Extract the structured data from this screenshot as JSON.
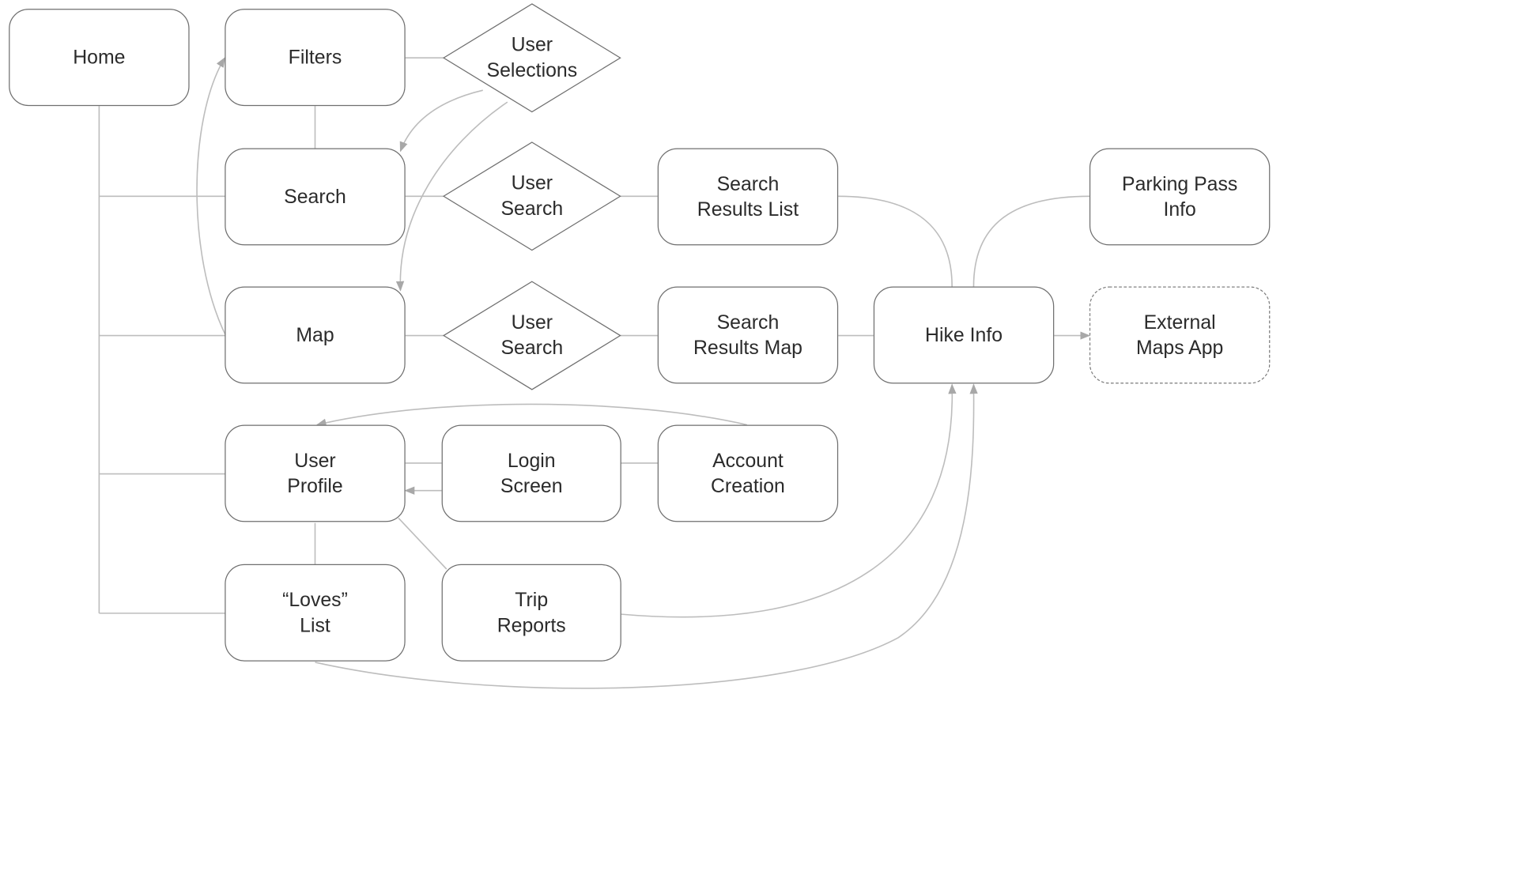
{
  "nodes": {
    "home": "Home",
    "filters": "Filters",
    "user_selections": "User\nSelections",
    "search": "Search",
    "user_search_1": "User\nSearch",
    "search_results_list": "Search\nResults List",
    "parking_pass_info": "Parking Pass\nInfo",
    "map": "Map",
    "user_search_2": "User\nSearch",
    "search_results_map": "Search\nResults Map",
    "hike_info": "Hike Info",
    "external_maps_app": "External\nMaps App",
    "user_profile": "User\nProfile",
    "login_screen": "Login\nScreen",
    "account_creation": "Account\nCreation",
    "loves_list": "“Loves”\nList",
    "trip_reports": "Trip\nReports"
  },
  "colors": {
    "connector": "#bdbdbd",
    "border": "#6f6f6f",
    "text": "#2b2b2b"
  }
}
